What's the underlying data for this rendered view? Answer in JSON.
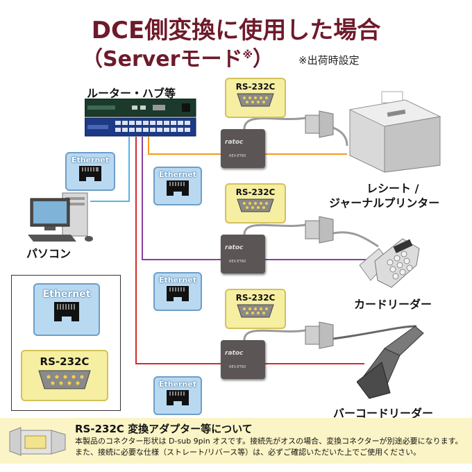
{
  "title": {
    "line1": "DCE側変換に使用した場合",
    "line2": "（Serverモード",
    "line2_mark": "※",
    "line2_end": "）",
    "note": "※出荷時設定"
  },
  "labels": {
    "hub": "ルーター・ハブ等",
    "pc": "パソコン",
    "printer_line1": "レシート /",
    "printer_line2": "ジャーナルプリンター",
    "card_reader": "カードリーダー",
    "barcode_reader": "バーコードリーダー"
  },
  "bubbles": {
    "ethernet": "Ethernet",
    "rs232c": "RS-232C"
  },
  "adapter": {
    "brand": "ratoc",
    "model": "REX-ET60"
  },
  "legend": {
    "ethernet": "Ethernet",
    "rs232c": "RS-232C"
  },
  "info": {
    "title": "RS-232C 変換アダプター等について",
    "line1": "本製品のコネクター形状は D-sub 9pin オスです。接続先がオスの場合、変換コネクターが別途必要になります。",
    "line2": "また、接続に必要な仕様（ストレート/リバース等）は、必ずご確認いただいた上でご使用ください。"
  },
  "colors": {
    "title": "#6e1a2a",
    "line_pc": "#5ab3e6",
    "line_printer": "#f39a1b",
    "line_card": "#8a3ea0",
    "line_barcode": "#d42a2a",
    "eth_bubble": "#b9d9f1",
    "rs_bubble": "#f6efa2"
  }
}
